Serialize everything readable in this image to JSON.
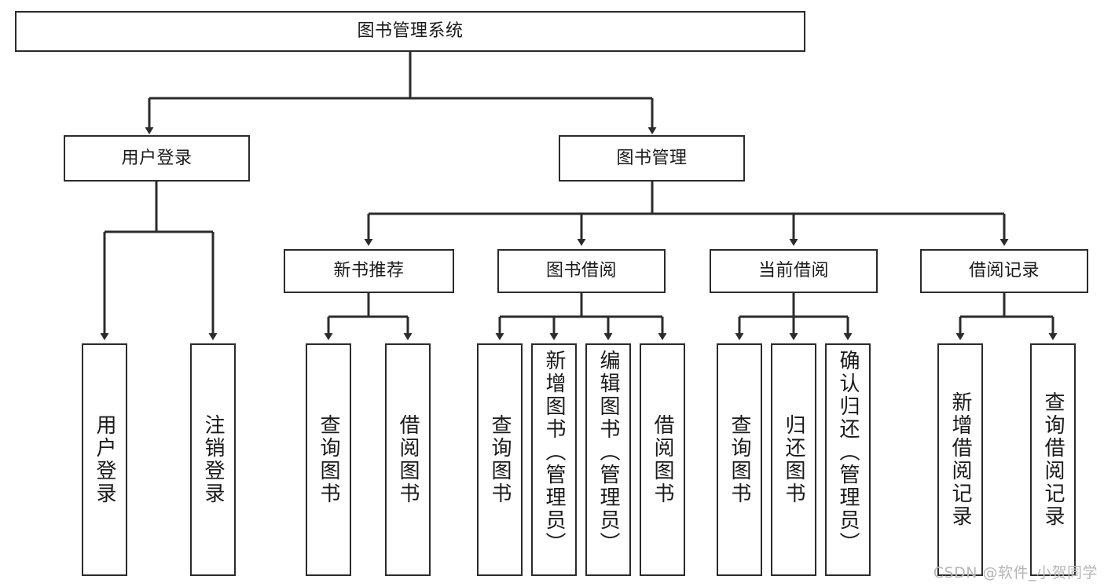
{
  "diagram": {
    "title": "图书管理系统",
    "type": "tree-hierarchy-chart",
    "root": {
      "id": "root",
      "label": "图书管理系统"
    },
    "level2": [
      {
        "id": "user-login",
        "label": "用户登录"
      },
      {
        "id": "book-management",
        "label": "图书管理"
      }
    ],
    "level3": [
      {
        "id": "new-book-recommend",
        "label": "新书推荐",
        "parent": "book-management"
      },
      {
        "id": "book-borrow",
        "label": "图书借阅",
        "parent": "book-management"
      },
      {
        "id": "current-borrow",
        "label": "当前借阅",
        "parent": "book-management"
      },
      {
        "id": "borrow-record",
        "label": "借阅记录",
        "parent": "book-management"
      }
    ],
    "leaves": {
      "user-login": [
        {
          "id": "leaf-user-login",
          "label": "用户登录"
        },
        {
          "id": "leaf-user-logout",
          "label": "注销登录"
        }
      ],
      "new-book-recommend": [
        {
          "id": "leaf-query-book-1",
          "label": "查询图书"
        },
        {
          "id": "leaf-borrow-book-1",
          "label": "借阅图书"
        }
      ],
      "book-borrow": [
        {
          "id": "leaf-query-book-2",
          "label": "查询图书"
        },
        {
          "id": "leaf-add-book",
          "label": "新增图书（管理员）"
        },
        {
          "id": "leaf-edit-book",
          "label": "编辑图书（管理员）"
        },
        {
          "id": "leaf-borrow-book-2",
          "label": "借阅图书"
        }
      ],
      "current-borrow": [
        {
          "id": "leaf-query-book-3",
          "label": "查询图书"
        },
        {
          "id": "leaf-return-book",
          "label": "归还图书"
        },
        {
          "id": "leaf-confirm-return",
          "label": "确认归还（管理员）"
        }
      ],
      "borrow-record": [
        {
          "id": "leaf-add-record",
          "label": "新增借阅记录"
        },
        {
          "id": "leaf-query-record",
          "label": "查询借阅记录"
        }
      ]
    }
  },
  "watermark": {
    "text": "CSDN @软件_小贺同学"
  },
  "colors": {
    "box_border": "#2b2b2b",
    "box_fill": "#ffffff",
    "line": "#2b2b2b",
    "text": "#1a1a1a",
    "watermark": "#b6b6b6",
    "background": "#ffffff"
  }
}
